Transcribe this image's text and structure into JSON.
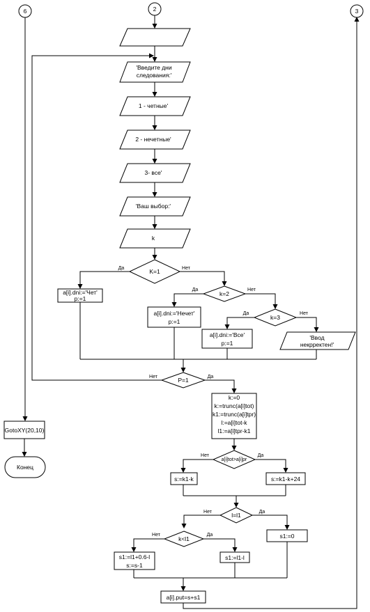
{
  "connectors": {
    "c6": "6",
    "c2": "2",
    "c3": "3"
  },
  "io": {
    "empty": "",
    "prompt1": "'Введите дни",
    "prompt2": "следования:'",
    "even": "1 - четные'",
    "odd": "2 - нечетные'",
    "all": "3- все'",
    "choice": "'Ваш выбор:'",
    "k": "k",
    "bad1": "'Ввод",
    "bad2": "некрректен!'"
  },
  "decisions": {
    "k1": "K=1",
    "k2": "k=2",
    "k3": "k=3",
    "p1": "P=1",
    "tot": "a[i]tot>a[i]pr",
    "l1": "l=l1",
    "kl1": "k<l1"
  },
  "branch": {
    "yes": "Да",
    "no": "Нет"
  },
  "process": {
    "chet1": "a[i].dni:='Чет'",
    "chet2": "p:=1",
    "nechet1": "a[i].dni:='Нечет'",
    "nechet2": "p:=1",
    "vse1": "a[i].dni:='Все'",
    "vse2": "p:=1",
    "calc1": "k:=0",
    "calc2": "k:=trunc(a[i]tot)",
    "calc3": "k1:=trunc(a[i]tpr)",
    "calc4": "l:=a[i]tot-k",
    "calc5": "l1:=a[i]tpr-k1",
    "s_a": "s:=k1-k",
    "s_b": "s:=k1-k+24",
    "s1_zero": "s1:=0",
    "s1_a": "s1:=l1+0.6-l",
    "s_dec": "s:=s-1",
    "s1_b": "s1:=l1-l",
    "put": "a[i].put=s+s1",
    "goto": "GotoXY(20,10)"
  },
  "terminal": {
    "end": "Конец"
  }
}
